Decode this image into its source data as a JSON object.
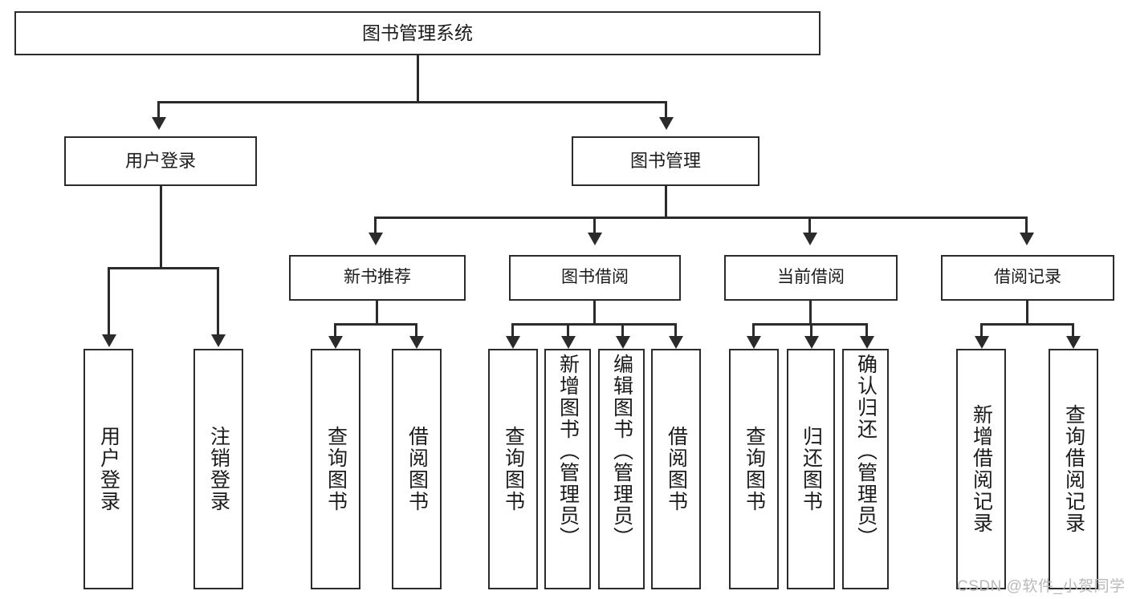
{
  "diagram": {
    "type": "tree",
    "title": "图书管理系统",
    "watermark": "CSDN @软件_小贺同学",
    "colors": {
      "box_border": "#2b2b2b",
      "box_fill": "#ffffff",
      "connector": "#2b2b2b",
      "text": "#1b1b1b",
      "watermark": "#b9b9b9",
      "background": "#ffffff"
    },
    "nodes": {
      "root": {
        "label": "图书管理系统"
      },
      "level2": [
        {
          "label": "用户登录"
        },
        {
          "label": "图书管理"
        }
      ],
      "level3": [
        {
          "label": "新书推荐"
        },
        {
          "label": "图书借阅"
        },
        {
          "label": "当前借阅"
        },
        {
          "label": "借阅记录"
        }
      ],
      "leaves": {
        "user_login": [
          {
            "label": "用户登录"
          },
          {
            "label": "注销登录"
          }
        ],
        "new_book_recommend": [
          {
            "label": "查询图书"
          },
          {
            "label": "借阅图书"
          }
        ],
        "book_borrow": [
          {
            "label": "查询图书"
          },
          {
            "label": "新增图书（管理员）"
          },
          {
            "label": "编辑图书（管理员）"
          },
          {
            "label": "借阅图书"
          }
        ],
        "current_borrow": [
          {
            "label": "查询图书"
          },
          {
            "label": "归还图书"
          },
          {
            "label": "确认归还（管理员）"
          }
        ],
        "borrow_record": [
          {
            "label": "新增借阅记录"
          },
          {
            "label": "查询借阅记录"
          }
        ]
      }
    }
  }
}
